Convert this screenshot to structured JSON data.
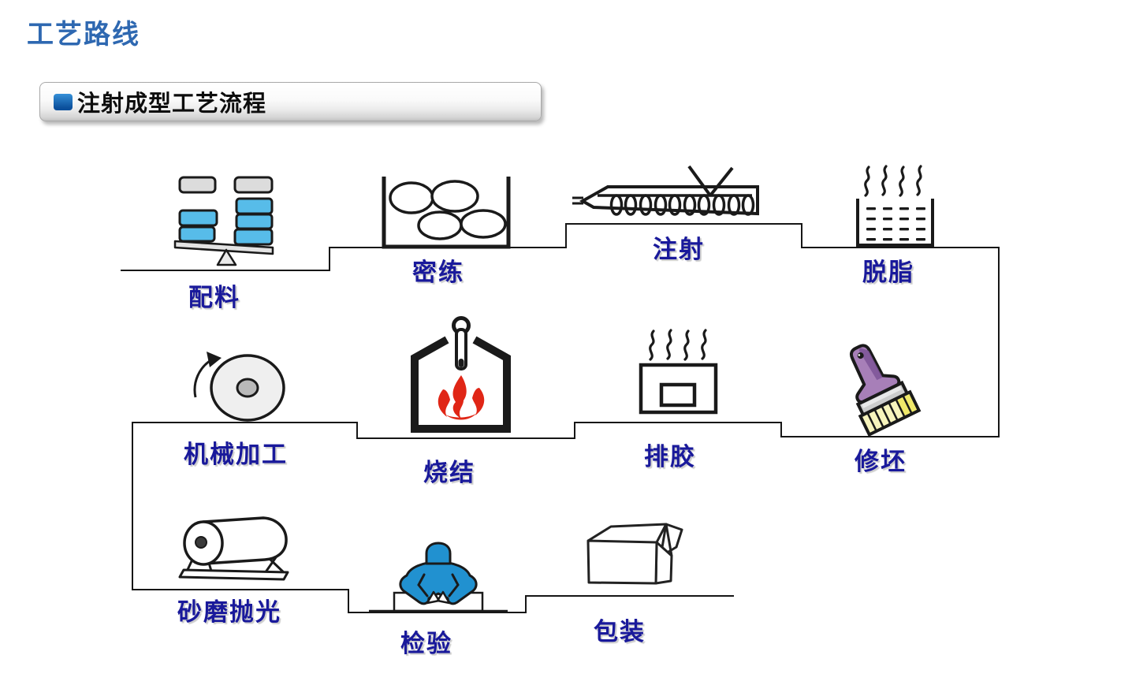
{
  "slide": {
    "title": "工艺路线",
    "section_header": "注射成型工艺流程"
  },
  "steps": [
    {
      "label": "配料",
      "icon": "balance-scale-icon"
    },
    {
      "label": "密练",
      "icon": "kneading-mixer-icon"
    },
    {
      "label": "注射",
      "icon": "injection-screw-icon"
    },
    {
      "label": "脱脂",
      "icon": "degreasing-bath-icon"
    },
    {
      "label": "机械加工",
      "icon": "grinding-wheel-icon"
    },
    {
      "label": "烧结",
      "icon": "sintering-furnace-icon"
    },
    {
      "label": "排胶",
      "icon": "debinding-oven-icon"
    },
    {
      "label": "修坯",
      "icon": "trimming-brush-icon"
    },
    {
      "label": "砂磨抛光",
      "icon": "polishing-drum-icon"
    },
    {
      "label": "检验",
      "icon": "inspection-worker-icon"
    },
    {
      "label": "包装",
      "icon": "packing-box-icon"
    }
  ],
  "colors": {
    "title_blue": "#2E68B1",
    "label_navy": "#19199B",
    "bullet_blue": "#0E5CA8",
    "flow_line": "#161616",
    "block_blue": "#57BCE9",
    "person_blue": "#2191D0",
    "flame_red": "#E02616",
    "brush_purple": "#A77FB8",
    "bristle_yellow": "#F7F4BC"
  }
}
